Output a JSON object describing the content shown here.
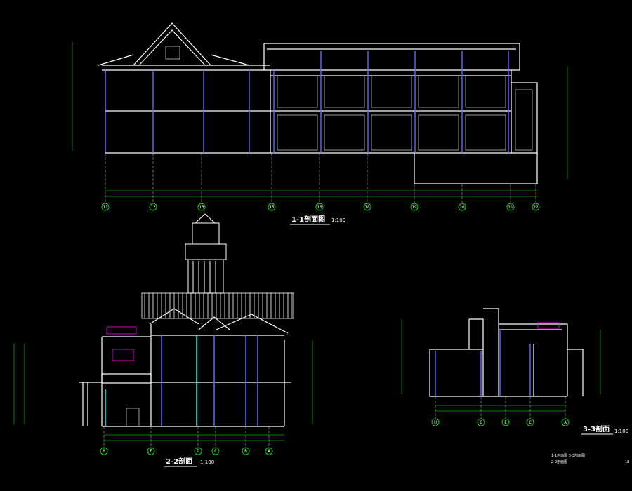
{
  "colors": {
    "background": "#000000",
    "outline": "#ffffff",
    "cut": "#ffffff",
    "glazing": "#6666ff",
    "column": "#9999cc",
    "grid": "#ffffff",
    "dim": "#00ff00",
    "label": "#ffff00",
    "highlight": "#ff00ff",
    "cyan": "#00ffff"
  },
  "sections": {
    "s1": {
      "title": "1-1剖面图",
      "scale": "1:100",
      "axes": [
        "11",
        "12",
        "13",
        "15",
        "16",
        "18",
        "19",
        "20",
        "21",
        "22"
      ]
    },
    "s2": {
      "title": "2-2剖面",
      "scale": "1:100",
      "axes": [
        "H",
        "E",
        "D",
        "C",
        "B",
        "A"
      ]
    },
    "s3": {
      "title": "3-3剖面",
      "scale": "1:100",
      "axes": [
        "H",
        "G",
        "E",
        "C",
        "A"
      ]
    }
  },
  "legend": {
    "line1": "1-1剖面图  3-3剖面图",
    "line2": "2-2剖面图",
    "page": "18"
  }
}
